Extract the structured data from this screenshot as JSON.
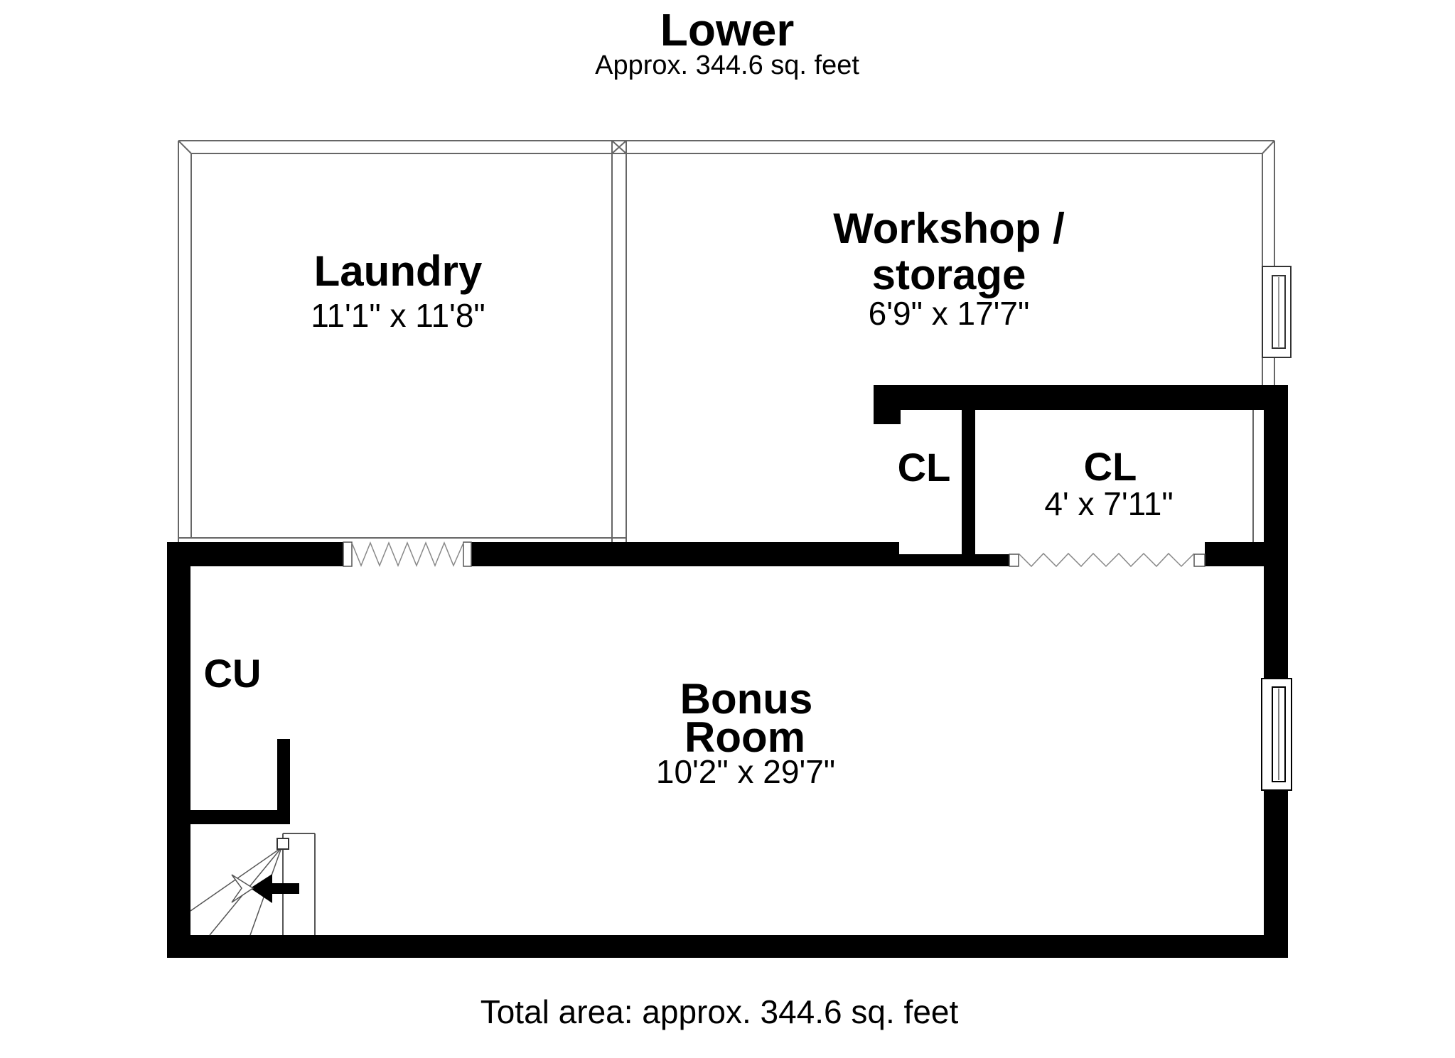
{
  "header": {
    "title": "Lower",
    "subtitle": "Approx. 344.6 sq. feet"
  },
  "rooms": {
    "laundry": {
      "name": "Laundry",
      "dims": "11'1\" x 11'8\""
    },
    "workshop": {
      "name_line1": "Workshop /",
      "name_line2": "storage",
      "dims": "6'9\" x 17'7\""
    },
    "closet_left": {
      "name": "CL"
    },
    "closet_right": {
      "name": "CL",
      "dims": "4' x 7'11\""
    },
    "cupboard": {
      "name": "CU"
    },
    "bonus": {
      "name_line1": "Bonus",
      "name_line2": "Room",
      "dims": "10'2\" x 29'7\""
    }
  },
  "footer": {
    "total_area": "Total area: approx. 344.6 sq. feet"
  },
  "colors": {
    "wall_thick": "#000000",
    "wall_thin_line": "#666666",
    "stair_line": "#555555",
    "background": "#ffffff",
    "text": "#000000"
  }
}
